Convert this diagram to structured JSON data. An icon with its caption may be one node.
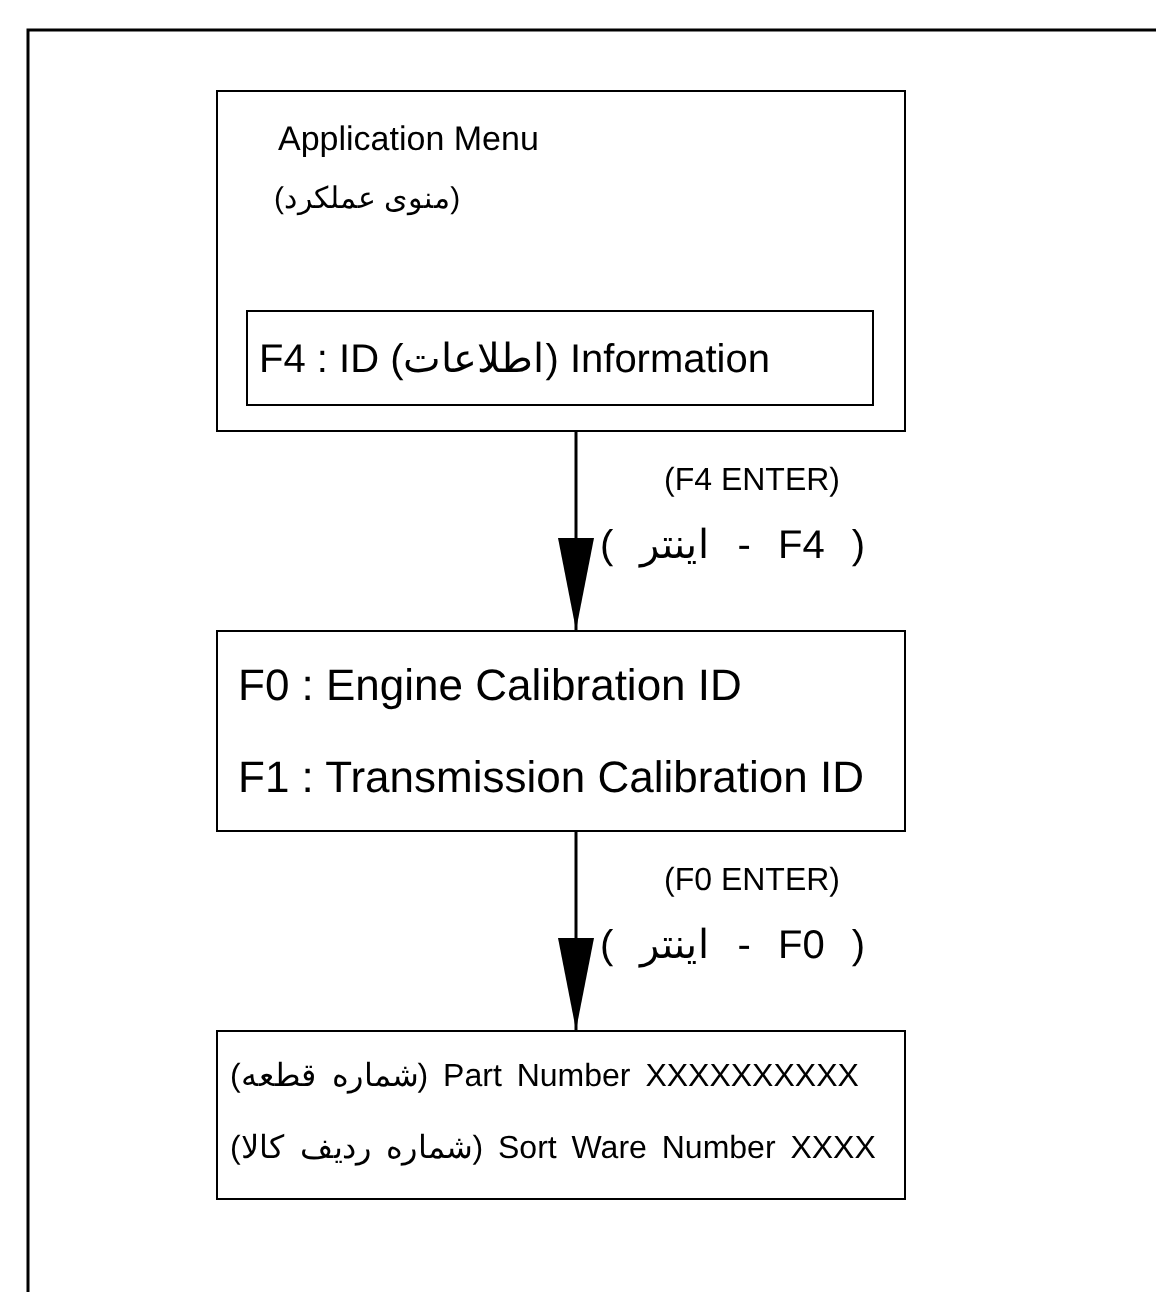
{
  "diagram": {
    "nodes": [
      {
        "text": [
          "Application Menu",
          "(منوی عملکرد)"
        ]
      },
      {
        "text": [
          "F4 : ID (اطلاعات) Information"
        ],
        "in": 0
      },
      {
        "text": [
          "F0 : Engine Calibration ID",
          "F1 : Transmission Calibration ID"
        ]
      },
      {
        "text": [
          "(شماره قطعه) Part Number XXXXXXXXXX",
          "(شماره ردیف کالا) Sort Ware Number XXXX"
        ]
      }
    ],
    "edges": [
      {
        "from": 0,
        "to": 2,
        "arrow": "to",
        "label": "(F4 ENTER)"
      },
      {
        "from": 2,
        "to": 3,
        "arrow": "to",
        "label": "(F0 ENTER)"
      }
    ],
    "labels": [
      "( اینتر - F4 )",
      "( اینتر - F0 )"
    ]
  }
}
